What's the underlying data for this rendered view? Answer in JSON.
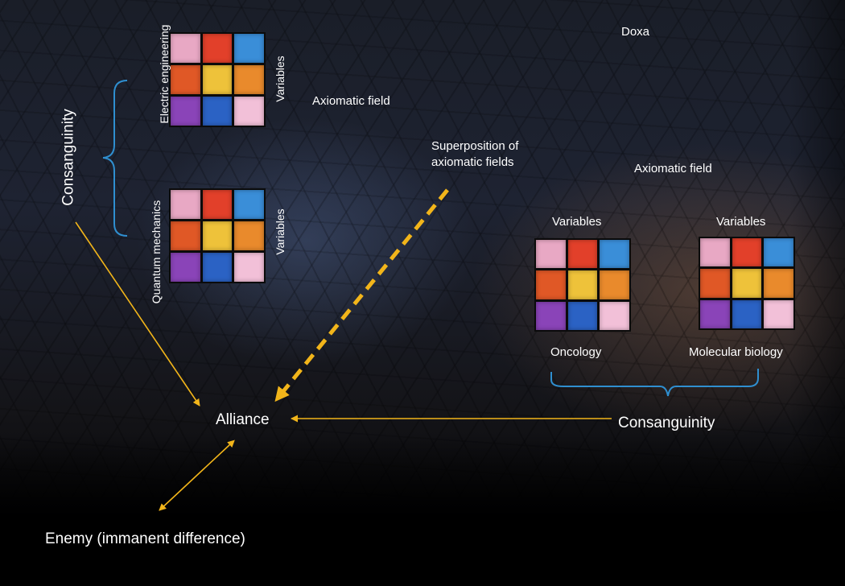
{
  "labels": {
    "doxa": "Doxa",
    "axiomatic_field_left": "Axiomatic field",
    "axiomatic_field_right": "Axiomatic field",
    "superposition": [
      "Superposition of",
      "axiomatic fields"
    ],
    "consanguinity_left": "Consanguinity",
    "consanguinity_right": "Consanguinity",
    "electric_engineering": "Electric engineering",
    "quantum_mechanics": "Quantum mechanics",
    "variables": "Variables",
    "oncology": "Oncology",
    "molecular_biology": "Molecular biology",
    "alliance": "Alliance",
    "enemy": "Enemy (immanent difference)"
  },
  "palette": {
    "grid_cells": [
      "#e8a8c4",
      "#e2402a",
      "#3a8ed8",
      "#e05826",
      "#eec23a",
      "#e98a2c",
      "#8a44b8",
      "#2b62c4",
      "#f2c0d8"
    ],
    "arrow": "#f2b51a",
    "bracket": "#2f8fd0",
    "text": "#ffffff"
  }
}
